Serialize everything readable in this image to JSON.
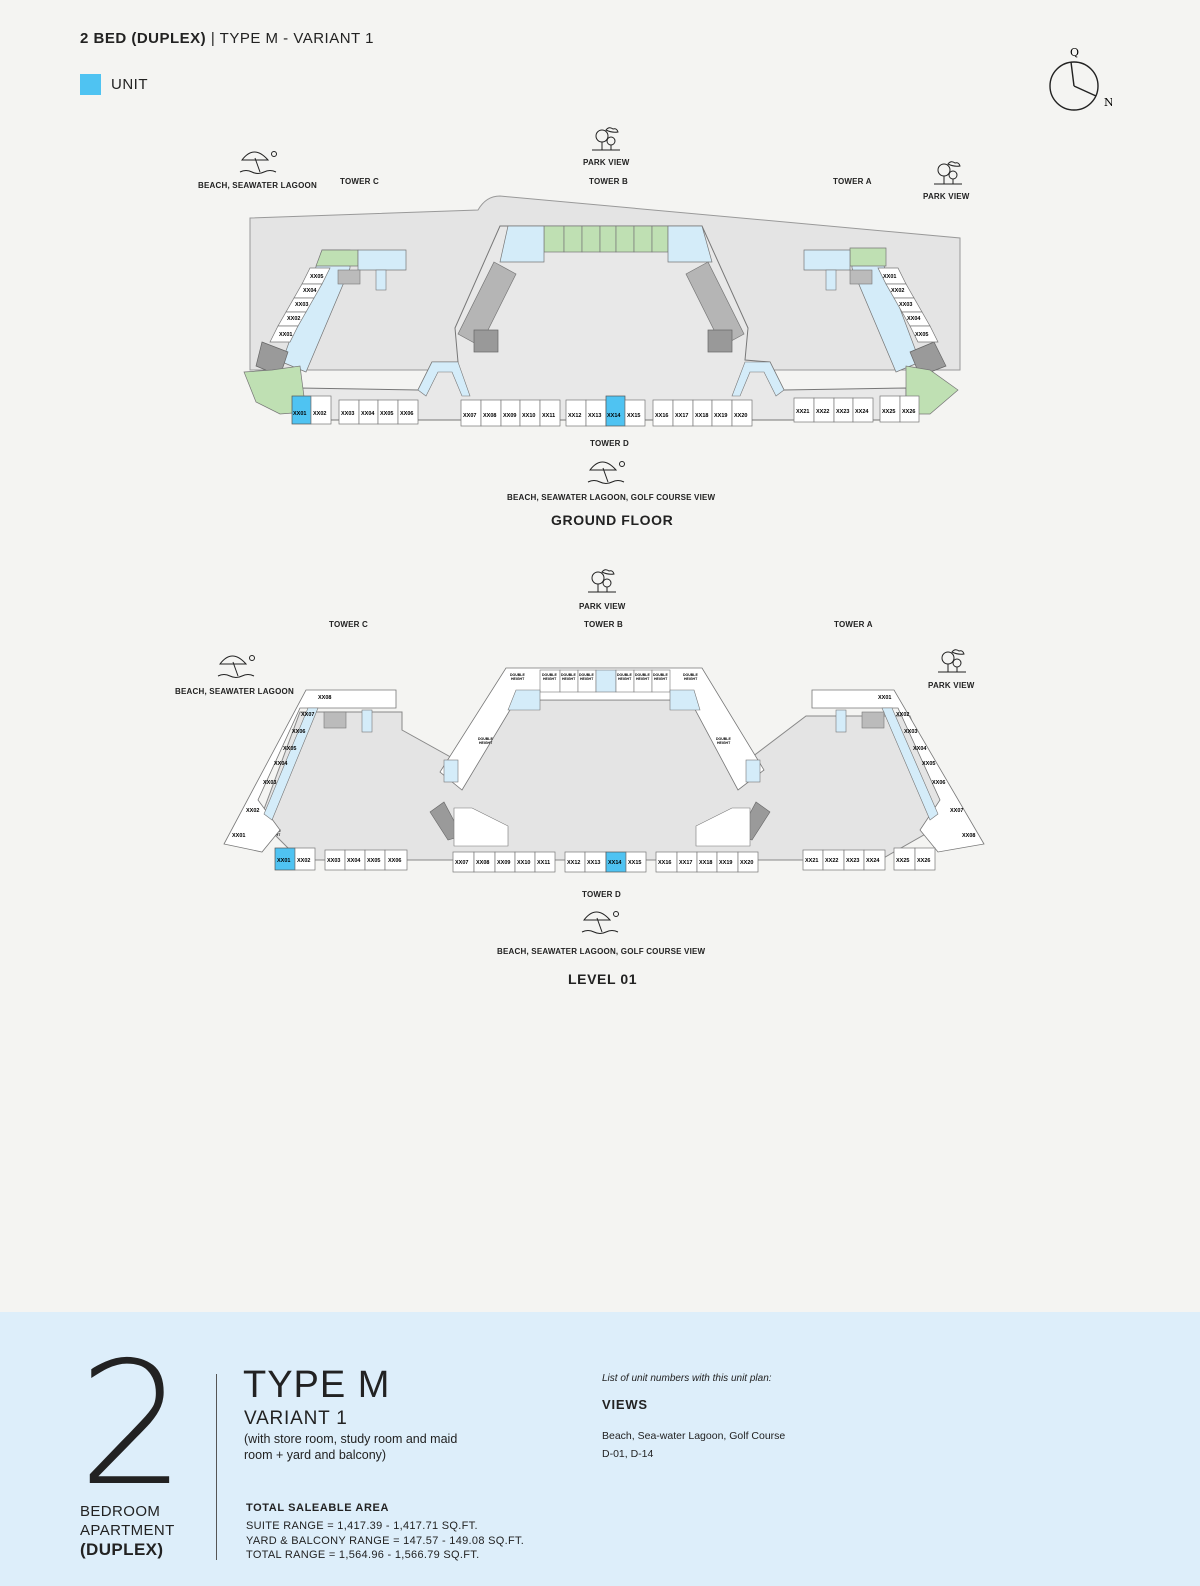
{
  "header": {
    "title_bold": "2 BED (DUPLEX)",
    "title_rest": "| TYPE M - VARIANT 1"
  },
  "legend": {
    "unit_label": "UNIT",
    "unit_color": "#4fc3f2"
  },
  "compass": {
    "q": "Q",
    "n": "N"
  },
  "ground": {
    "park_view_top": "PARK VIEW",
    "park_view_right": "PARK VIEW",
    "beach_left": "BEACH, SEAWATER LAGOON",
    "tower_c": "TOWER C",
    "tower_b": "TOWER B",
    "tower_a": "TOWER A",
    "tower_d": "TOWER D",
    "beach_bottom": "BEACH, SEAWATER LAGOON, GOLF COURSE VIEW",
    "caption": "GROUND FLOOR"
  },
  "level": {
    "park_view_top": "PARK VIEW",
    "park_view_right": "PARK VIEW",
    "beach_left": "BEACH, SEAWATER LAGOON",
    "tower_c": "TOWER C",
    "tower_b": "TOWER B",
    "tower_a": "TOWER A",
    "tower_d": "TOWER D",
    "beach_bottom": "BEACH, SEAWATER LAGOON, GOLF COURSE VIEW",
    "caption": "LEVEL 01"
  },
  "footer": {
    "number": "2",
    "bed_line1": "BEDROOM",
    "bed_line2": "APARTMENT",
    "bed_line3": "(DUPLEX)",
    "type": "TYPE M",
    "variant": "VARIANT 1",
    "note": "(with store room, study room and maid room + yard and balcony)",
    "area_title": "TOTAL SALEABLE AREA",
    "suite_range": "SUITE RANGE = 1,417.39 - 1,417.71 SQ.FT.",
    "yard_range": "YARD & BALCONY RANGE = 147.57 - 149.08 SQ.FT.",
    "total_range": "TOTAL RANGE = 1,564.96 - 1,566.79 SQ.FT.",
    "list_label": "List of unit numbers with this unit plan:",
    "views_title": "VIEWS",
    "views_text": "Beach, Sea-water Lagoon, Golf Course",
    "units": "D-01, D-14"
  }
}
